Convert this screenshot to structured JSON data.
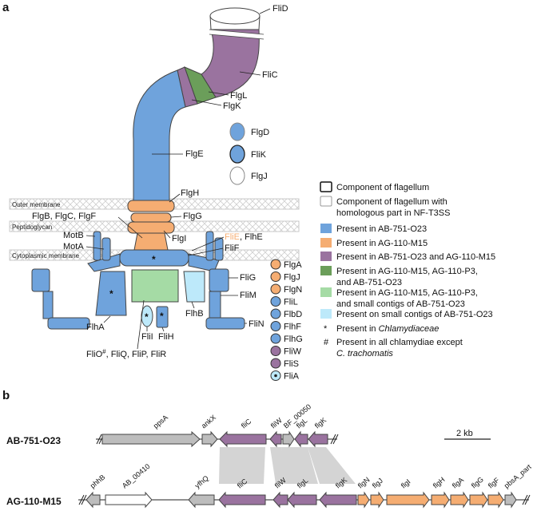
{
  "panel_a": "a",
  "panel_b": "b",
  "colors": {
    "blue": "#6fa3dc",
    "orange": "#f5ad72",
    "purple": "#9a739f",
    "green": "#6b9e5a",
    "light_green": "#a5dba5",
    "light_blue": "#bde9fa",
    "grey_gene": "#bdbdbd",
    "grey_shade": "#d4d4d4"
  },
  "membranes": {
    "outer": "Outer membrane",
    "peptidoglycan": "Peptidoglycan",
    "cytoplasmic": "Cytoplasmic membrane"
  },
  "structure_labels": {
    "flid": "FliD",
    "flic": "FliC",
    "flgl": "FlgL",
    "flgk": "FlgK",
    "flge": "FlgE",
    "flgh": "FlgH",
    "flgg": "FlgG",
    "flgbcf": "FlgB, FlgC, FlgF",
    "flgi": "FlgI",
    "flie": "FliE",
    "flhe": ", FlhE",
    "flif": "FliF",
    "motb": "MotB",
    "mota": "MotA",
    "flig": "FliG",
    "flim": "FliM",
    "flin": "FliN",
    "flhb": "FlhB",
    "flha": "FlhA",
    "flii": "FliI",
    "flih": "FliH",
    "flio": "FliO",
    "flio_sup": "#",
    "flio_rest": ", FliQ, FliP, FliR",
    "star": "*"
  },
  "free_proteins": [
    "FlgD",
    "FliK",
    "FlgJ"
  ],
  "component_list": [
    {
      "label": "FlgA",
      "color": "orange"
    },
    {
      "label": "FlgJ",
      "color": "orange"
    },
    {
      "label": "FlgN",
      "color": "orange"
    },
    {
      "label": "FliL",
      "color": "blue"
    },
    {
      "label": "FlbD",
      "color": "blue"
    },
    {
      "label": "FlhF",
      "color": "blue"
    },
    {
      "label": "FlhG",
      "color": "blue"
    },
    {
      "label": "FliW",
      "color": "purple"
    },
    {
      "label": "FliS",
      "color": "purple"
    },
    {
      "label": "FliA",
      "color": "light_blue"
    }
  ],
  "legend": [
    {
      "line1": "Component of flagellum",
      "line2": "",
      "line3": ""
    },
    {
      "line1": "Component of flagellum with",
      "line2": "homologous part in NF-T3SS",
      "line3": ""
    },
    {
      "line1": "Present in AB-751-O23",
      "line2": "",
      "line3": ""
    },
    {
      "line1": "Present in AG-110-M15",
      "line2": "",
      "line3": ""
    },
    {
      "line1": "Present in AB-751-O23 and AG-110-M15",
      "line2": "",
      "line3": ""
    },
    {
      "line1": "Present in AG-110-M15, AG-110-P3,",
      "line2": "and AB-751-O23",
      "line3": ""
    },
    {
      "line1": "Present in AG-110-M15, AG-110-P3,",
      "line2": "and small contigs of AB-751-O23",
      "line3": ""
    },
    {
      "line1": "Present on small contigs of AB-751-O23",
      "line2": "",
      "line3": ""
    },
    {
      "line1": "Present in ",
      "line2": "",
      "line3": "Chlamydiaceae"
    },
    {
      "line1": "Present in all chlamydiae except",
      "line2": "C. trachomatis",
      "line3": ""
    }
  ],
  "legend_symbols": {
    "star": "*",
    "hash": "#"
  },
  "genomes": {
    "ab": {
      "name": "AB-751-O23",
      "genes": [
        "ppsA",
        "ankX",
        "fliC",
        "fliW",
        "BF_00050",
        "flgL",
        "flgK"
      ]
    },
    "ag": {
      "name": "AG-110-M15",
      "genes": [
        "phhB",
        "AB_00410",
        "yfhQ",
        "fliC",
        "fliW",
        "flgL",
        "flgK",
        "flgN",
        "flgJ",
        "flgI",
        "flgH",
        "flgA",
        "flgG",
        "flgF",
        "pbsA_part"
      ]
    }
  },
  "scale_bar": "2 kb"
}
